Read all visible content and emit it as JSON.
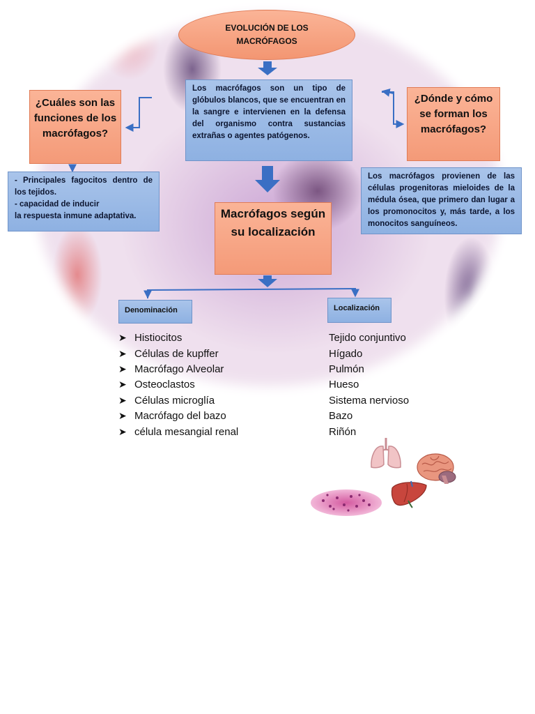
{
  "title": "EVOLUCIÓN DE LOS MACRÓFAGOS",
  "intro": "Los macrófagos son un tipo de glóbulos blancos, que se encuentran en la sangre e intervienen en la defensa del organismo contra sustancias extrañas o agentes patógenos.",
  "functions": {
    "question": "¿Cuáles son las funciones de los macrófagos?",
    "line1": "- Principales fagocitos dentro de los tejidos.",
    "line2": "- capacidad de inducir",
    "line3": "la respuesta inmune adaptativa."
  },
  "origin": {
    "question": "¿Dónde y cómo se forman los macrófagos?",
    "text": "Los macrófagos provienen de las células progenitoras mieloides de la médula ósea, que primero dan lugar a los promonocitos y, más tarde, a los monocitos sanguíneos."
  },
  "center": "Macrófagos según su localización",
  "table": {
    "col1": "Denominación",
    "col2": "Localización",
    "bullet": "➤",
    "rows": [
      {
        "name": "Histiocitos",
        "place": "Tejido conjuntivo"
      },
      {
        "name": "Células de kupffer",
        "place": "Hígado"
      },
      {
        "name": "Macrófago Alveolar",
        "place": "Pulmón"
      },
      {
        "name": "Osteoclastos",
        "place": "Hueso"
      },
      {
        "name": "Células microglía",
        "place": "Sistema nervioso"
      },
      {
        "name": "Macrófago del bazo",
        "place": "Bazo"
      },
      {
        "name": "célula mesangial renal",
        "place": "Riñón"
      }
    ]
  },
  "colors": {
    "orange": "#f49a78",
    "blue": "#8eb1e2",
    "arrow": "#3a6fc4"
  },
  "icons": [
    "lungs-icon",
    "brain-icon",
    "liver-icon",
    "tissue-icon"
  ]
}
